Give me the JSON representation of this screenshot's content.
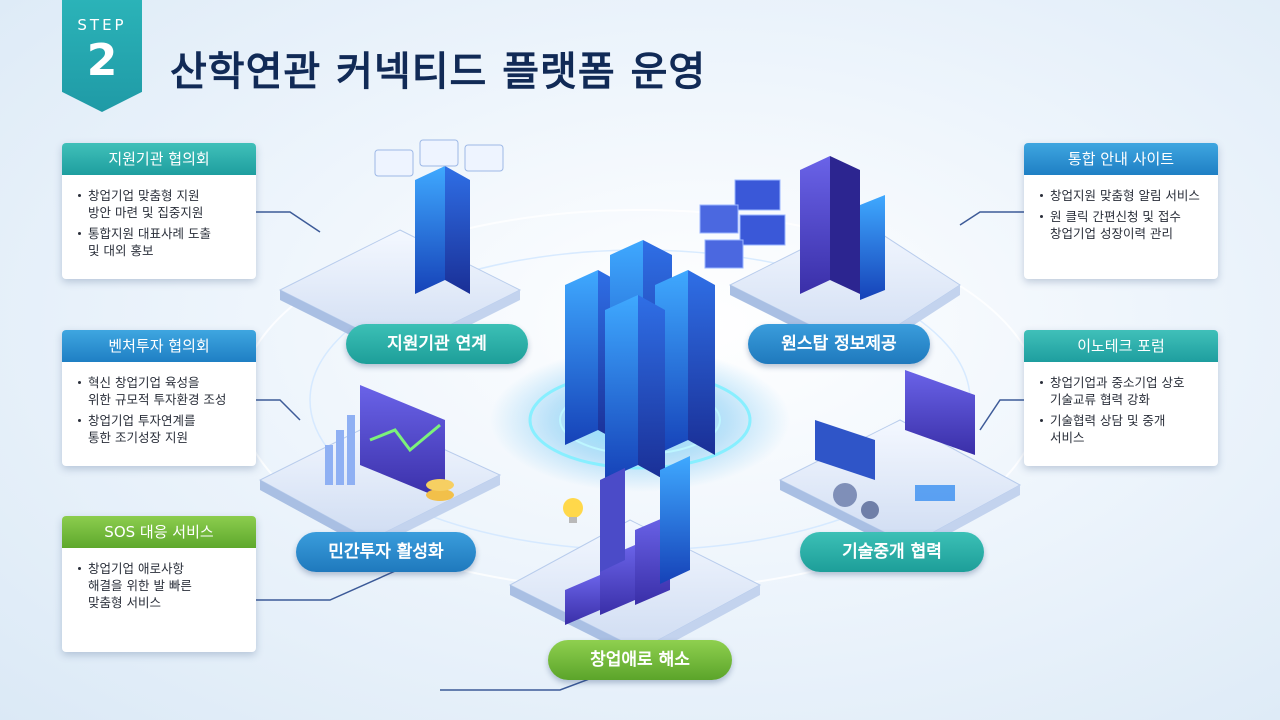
{
  "step": {
    "label": "STEP",
    "number": "2"
  },
  "title": "산학연관 커넥티드 플랫폼 운영",
  "left_panels": [
    {
      "title": "지원기관 협의회",
      "items": [
        "창업기업 맞춤형 지원\n방안 마련 및 집중지원",
        "통합지원 대표사례 도출\n및 대외 홍보"
      ]
    },
    {
      "title": "벤처투자 협의회",
      "items": [
        "혁신 창업기업 육성을\n위한 규모적 투자환경 조성",
        "창업기업 투자연계를\n통한 조기성장 지원"
      ]
    },
    {
      "title": "SOS 대응 서비스",
      "items": [
        "창업기업 애로사항\n해결을 위한 발 빠른\n맞춤형 서비스"
      ]
    }
  ],
  "right_panels": [
    {
      "title": "통합 안내 사이트",
      "items": [
        "창업지원 맞춤형 알림 서비스",
        "원 클릭 간편신청 및 접수\n창업기업 성장이력 관리"
      ]
    },
    {
      "title": "이노테크 포럼",
      "items": [
        "창업기업과 중소기업 상호\n기술교류 협력 강화",
        "기술협력 상담 및 중개\n서비스"
      ]
    }
  ],
  "hubs": {
    "support": "지원기관 연계",
    "onestop": "원스탑 정보제공",
    "investment": "민간투자 활성화",
    "tech": "기술중개 협력",
    "startup": "창업애로 해소"
  },
  "colors": {
    "title": "#112a56",
    "teal": "#1e9e9f",
    "blue": "#1f7fc4",
    "green": "#5ea82c",
    "navy_line": "#1d3f86"
  },
  "icons": [
    "office-building-icon",
    "video-conference-icon",
    "growth-chart-icon",
    "gears-icon",
    "lightbulb-icon",
    "city-towers-icon"
  ]
}
